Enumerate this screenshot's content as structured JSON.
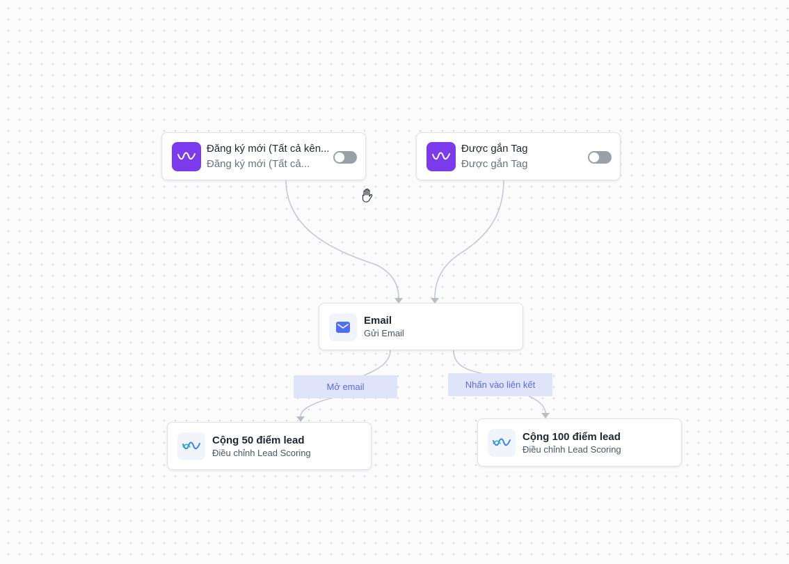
{
  "triggers": [
    {
      "title": "Đăng ký mới (Tất cả kên...",
      "subtitle": "Đăng ký mới (Tất cả...",
      "icon": "brand-logo-icon",
      "enabled": false
    },
    {
      "title": "Được gắn Tag",
      "subtitle": "Được gắn Tag",
      "icon": "brand-logo-icon",
      "enabled": false
    }
  ],
  "email_node": {
    "title": "Email",
    "subtitle": "Gửi Email",
    "icon": "mail-icon"
  },
  "branches": [
    {
      "label": "Mở email"
    },
    {
      "label": "Nhấn vào liên kết"
    }
  ],
  "score_nodes": [
    {
      "title": "Cộng 50 điểm lead",
      "subtitle": "Điều chỉnh Lead Scoring",
      "icon": "lead-scoring-icon"
    },
    {
      "title": "Cộng 100 điểm lead",
      "subtitle": "Điều chỉnh Lead Scoring",
      "icon": "lead-scoring-icon"
    }
  ],
  "colors": {
    "trigger_icon_bg": "#7c3aed",
    "email_icon": "#4f6ef2",
    "edge": "#c4c8d0",
    "branch_label_bg": "#dfe4fb",
    "branch_label_text": "#5b6bd5"
  },
  "cursor": "grab-hand-icon"
}
